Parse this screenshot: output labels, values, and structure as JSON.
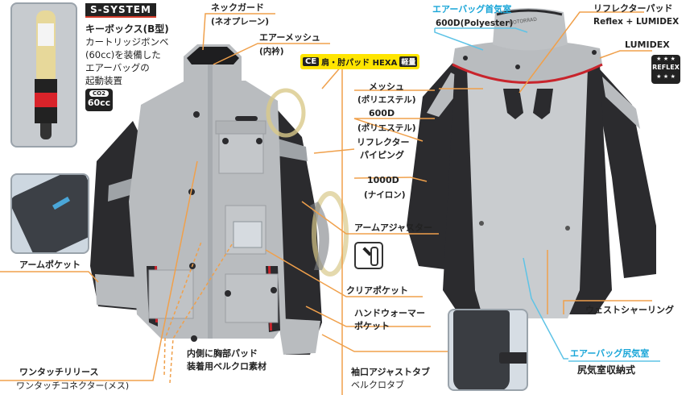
{
  "s_system": {
    "badge": "S-SYSTEM",
    "title": "キーボックス(B型)",
    "desc_lines": [
      "カートリッジボンベ",
      "(60cc)を装備した",
      "エアーバッグの",
      "起動装置"
    ],
    "co2_label": "CO2",
    "co2_volume": "60cc"
  },
  "front_labels": {
    "neck_guard": "ネックガード",
    "neck_guard_sub": "(ネオプレーン)",
    "air_mesh": "エアーメッシュ",
    "air_mesh_sub": "(内衿)",
    "ce_badge": "CE",
    "pad": "肩・肘パッド HEXA",
    "light": "軽量",
    "mesh": "メッシュ",
    "mesh_sub": "(ポリエステル)",
    "d600": "600D",
    "d600_sub": "(ポリエステル)",
    "reflector_piping": "リフレクター",
    "reflector_piping_2": "パイピング",
    "d1000": "1000D",
    "d1000_sub": "(ナイロン)",
    "arm_adjuster": "アームアジャスター",
    "clear_pocket": "クリアポケット",
    "hand_warmer": "ハンドウォーマー",
    "hand_warmer_2": "ポケット",
    "cuff_adjust": "袖口アジャストタブ",
    "cuff_adjust_sub": "ベルクロタブ",
    "chest_pad": "内側に胸部パッド",
    "chest_pad_2": "装着用ベルクロ素材",
    "one_touch": "ワンタッチリリース",
    "one_touch_sub": "ワンタッチコネクター(メス)",
    "arm_pocket": "アームポケット"
  },
  "back_labels": {
    "airbag_neck": "エアーバッグ首気室",
    "airbag_neck_sub": "600D(Polyester)",
    "reflector_pad": "リフレクターパッド",
    "reflector_pad_sub": "Reflex + LUMIDEX",
    "lumidex": "LUMIDEX",
    "reflex_badge": "REFLEX",
    "waist": "ウェストシャーリング",
    "airbag_hip": "エアーバッグ尻気室",
    "airbag_hip_sub": "尻気室収納式"
  },
  "back_print": "MOTORRAD",
  "colors": {
    "leader_orange": "#f0a04b",
    "leader_blue": "#5ec3e6",
    "ce_yellow": "#ffe500",
    "jacket_gray": "#b9bcbf",
    "jacket_black": "#2b2b2e",
    "accent_red": "#c8242c"
  }
}
